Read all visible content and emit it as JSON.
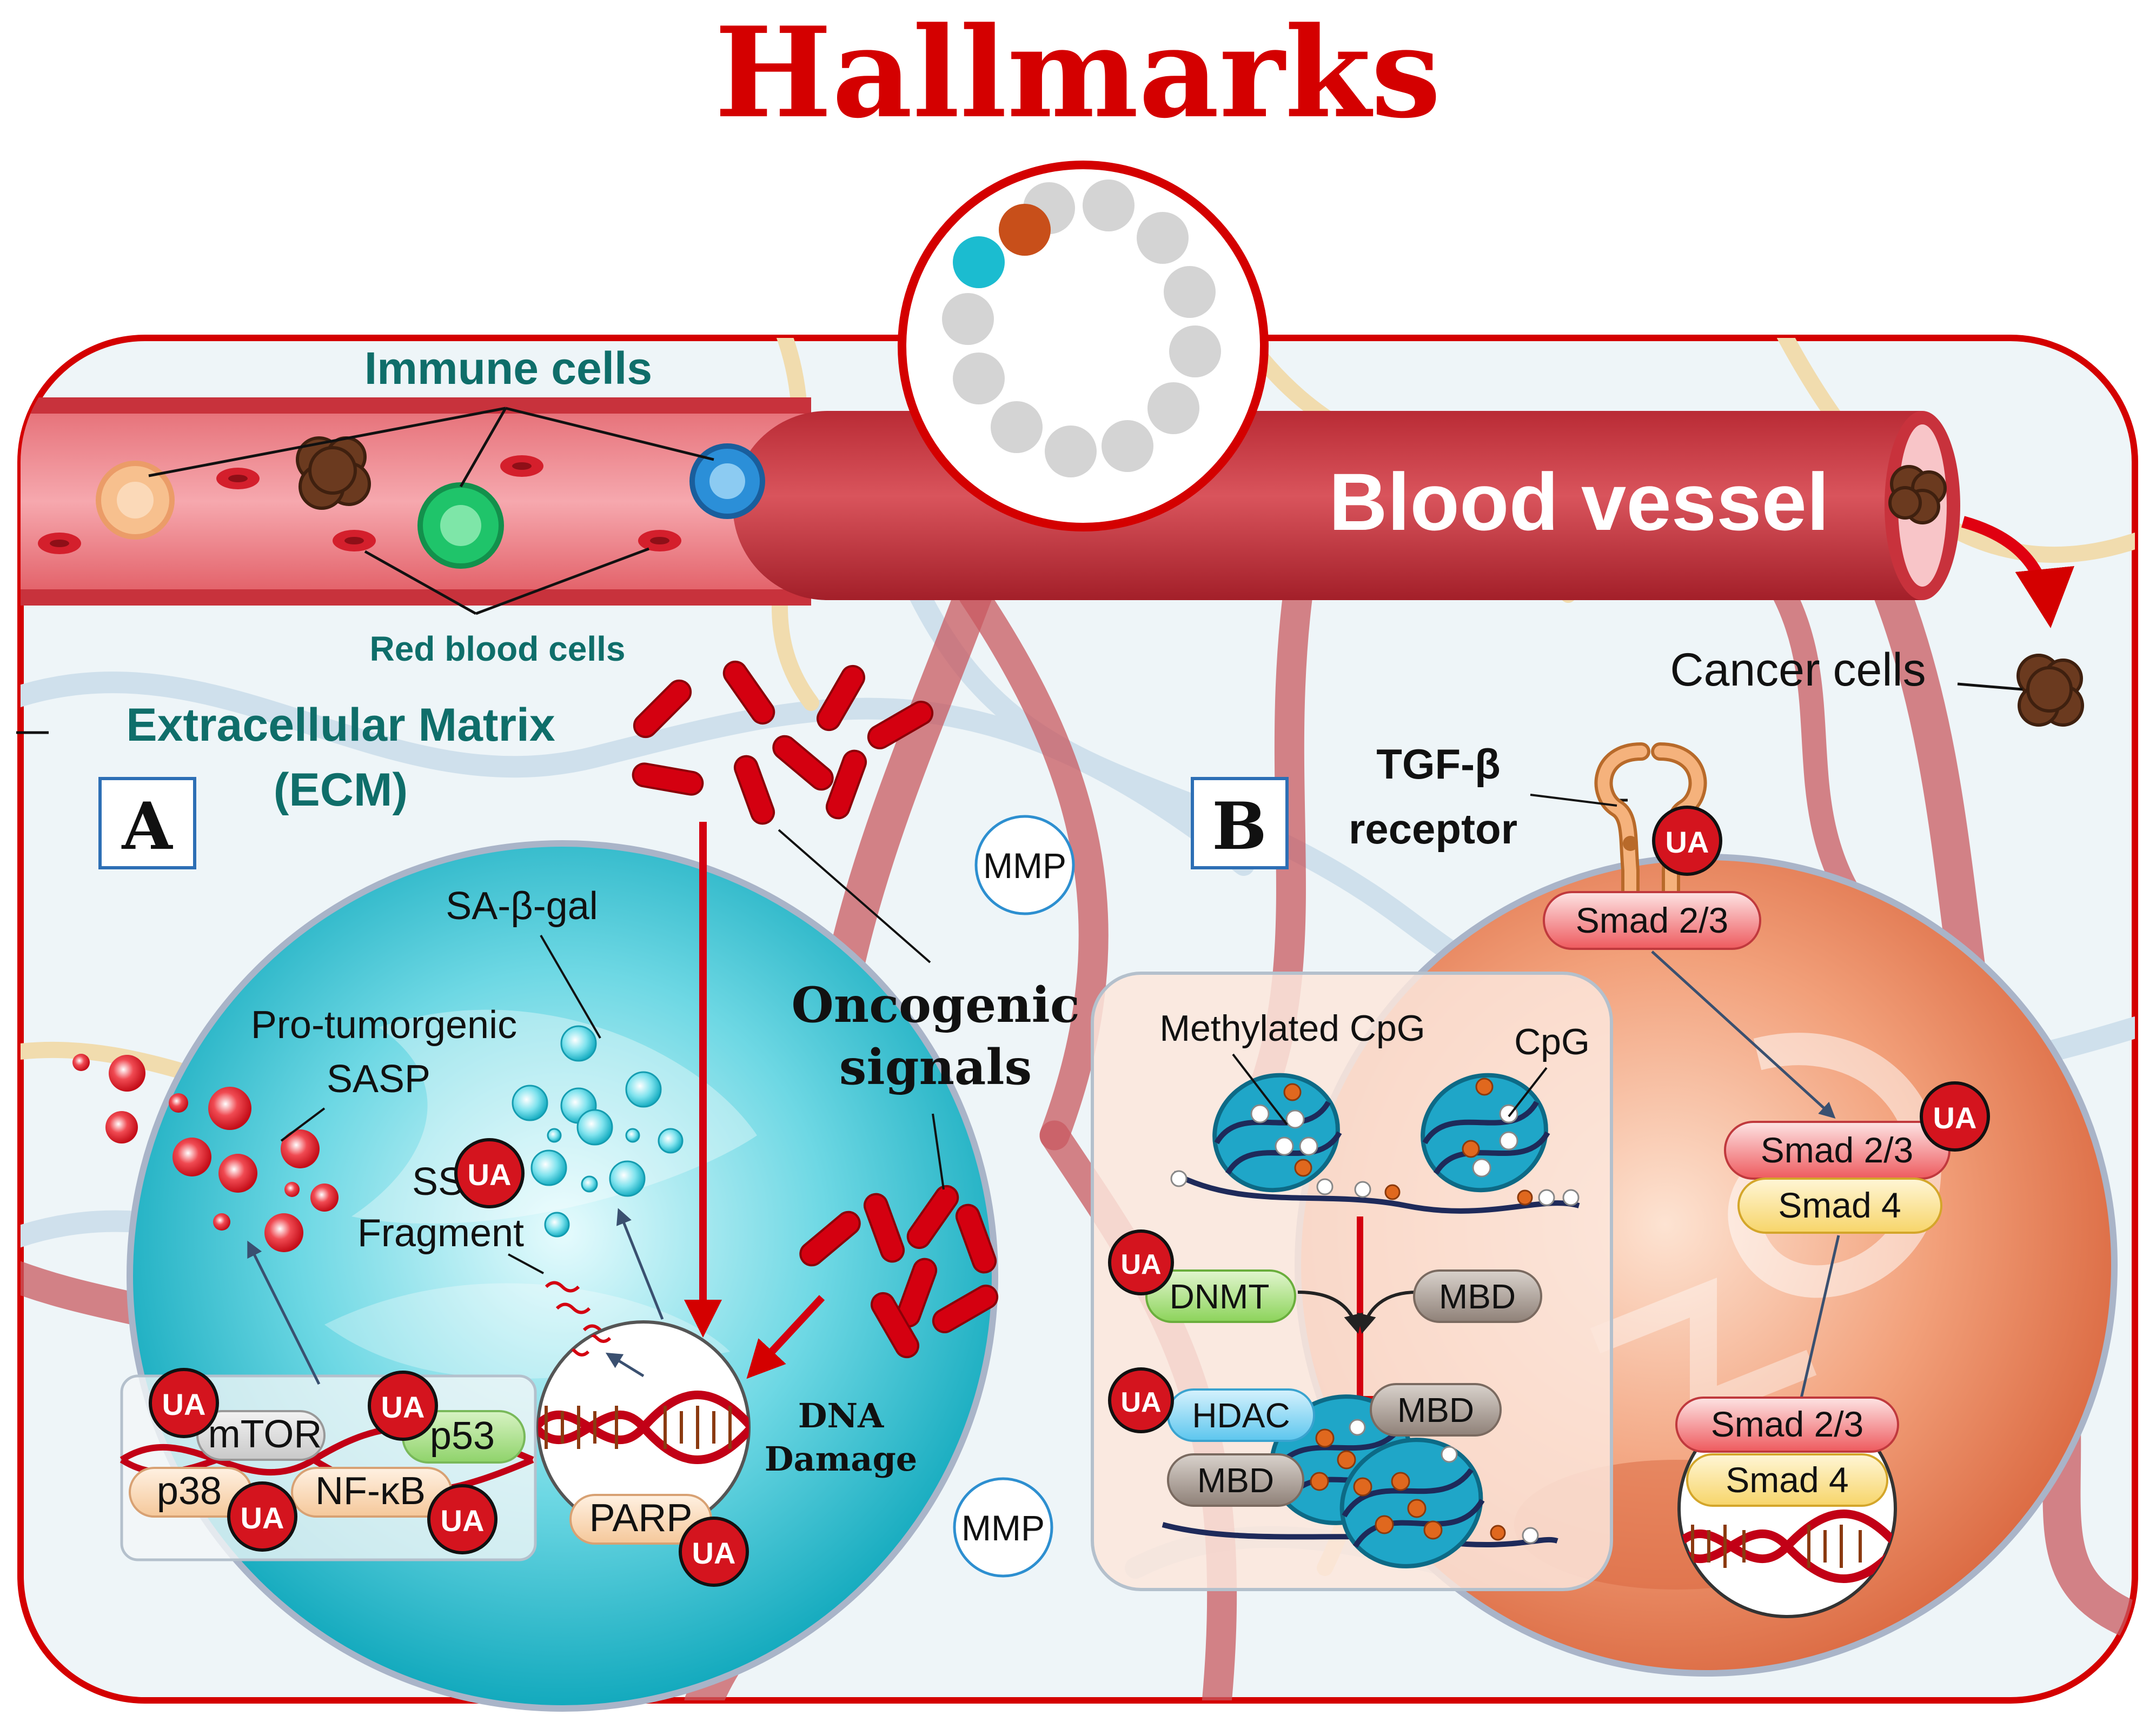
{
  "title": "Hallmarks",
  "labels": {
    "immune_cells": "Immune cells",
    "red_blood_cells": "Red blood cells",
    "blood_vessel": "Blood vessel",
    "cancer_cells": "Cancer cells",
    "ecm_line1": "Extracellular Matrix",
    "ecm_line2": "(ECM)",
    "panel_a": "A",
    "panel_b": "B",
    "mmp": "MMP",
    "oncogenic_line1": "Oncogenic",
    "oncogenic_line2": "signals",
    "sa_beta_gal": "SA-β-gal",
    "pro_tumorgenic_line1": "Pro-tumorgenic",
    "pro_tumorgenic_line2": "SASP",
    "ss": "SS",
    "fragment": "Fragment",
    "dna_damage_line1": "DNA",
    "dna_damage_line2": "Damage",
    "tgf_line1": "TGF-β",
    "tgf_line2": "receptor",
    "methylated_cpg": "Methylated CpG",
    "cpg": "CpG",
    "ua": "UA"
  },
  "pills": {
    "mtor": "mTOR",
    "p53": "p53",
    "p38": "p38",
    "nfkb": "NF-κB",
    "parp": "PARP",
    "dnmt": "DNMT",
    "mbd": "MBD",
    "hdac": "HDAC",
    "smad23": "Smad 2/3",
    "smad4": "Smad 4"
  },
  "colors": {
    "title_red": "#d40000",
    "teal_label": "#0f6e6a",
    "vessel_red": "#c8323c",
    "senescent_cyan": "#27bfd0",
    "cancer_orange": "#e8825a",
    "ua_red": "#d4141e"
  }
}
